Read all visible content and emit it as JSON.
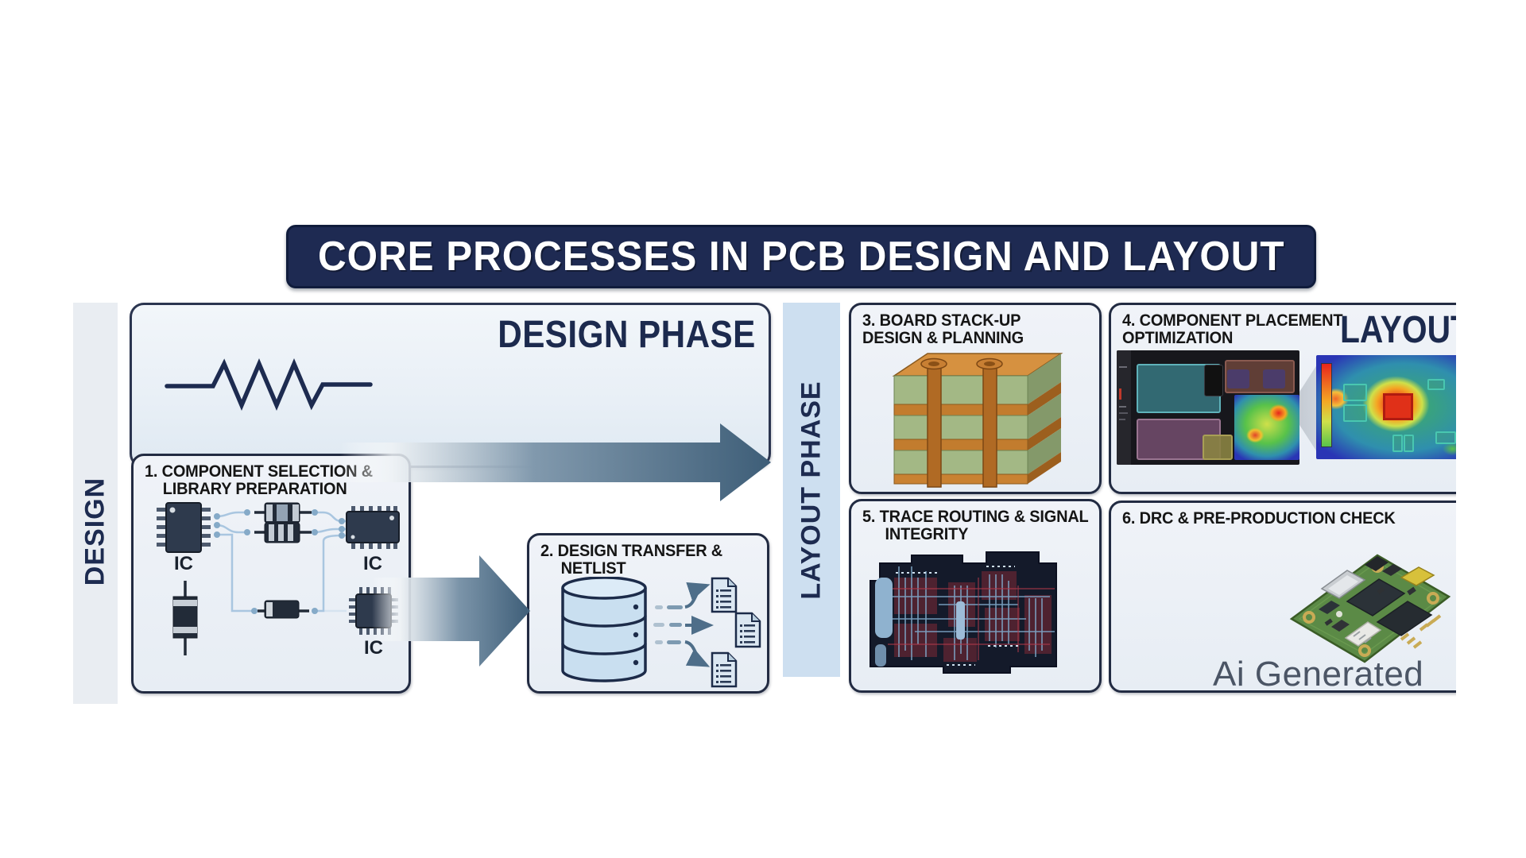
{
  "title": "CORE PROCESSES IN PCB DESIGN AND LAYOUT",
  "strips": {
    "design": "DESIGN",
    "layout": "LAYOUT PHASE"
  },
  "design_panel": {
    "heading": "DESIGN PHASE"
  },
  "layout_heading": "LAYOUT",
  "boxes": [
    {
      "line1": "1. COMPONENT SELECTION &",
      "line2": "LIBRARY PREPARATION"
    },
    {
      "line1": "2. DESIGN TRANSFER &",
      "line2": "NETLIST"
    },
    {
      "line1": "3. BOARD STACK-UP",
      "line2": "DESIGN & PLANNING"
    },
    {
      "line1": "4. COMPONENT PLACEMENT",
      "line2": "OPTIMIZATION"
    },
    {
      "line1": "5. TRACE ROUTING & SIGNAL",
      "line2": "INTEGRITY"
    },
    {
      "line1": "6. DRC & PRE-PRODUCTION CHECK",
      "line2": ""
    }
  ],
  "labels": {
    "ic": "IC"
  },
  "watermark": "Ai Generated",
  "icons": {
    "resistor": "resistor-symbol-icon",
    "schematic": "component-schematic-icon",
    "database": "netlist-database-icon",
    "documents": "netlist-documents-icon",
    "flow_arrow": "flow-arrow-icon",
    "stackup": "pcb-stackup-icon",
    "placement": "placement-screenshot",
    "heatmap": "thermal-heatmap",
    "routing": "trace-routing-screenshot",
    "board": "green-pcb-board-icon"
  },
  "colors": {
    "banner_bg": "#1e2a52",
    "heading_navy": "#1c2a4e",
    "box_border": "#222b42",
    "box_bg": "#edf1f7",
    "strip_design": "#e9edf2",
    "strip_layout": "#cddff0",
    "arrow_steel": "#3e5e78",
    "trace_blue": "#a9c6e0",
    "watermark_gray": "#4b5565"
  }
}
